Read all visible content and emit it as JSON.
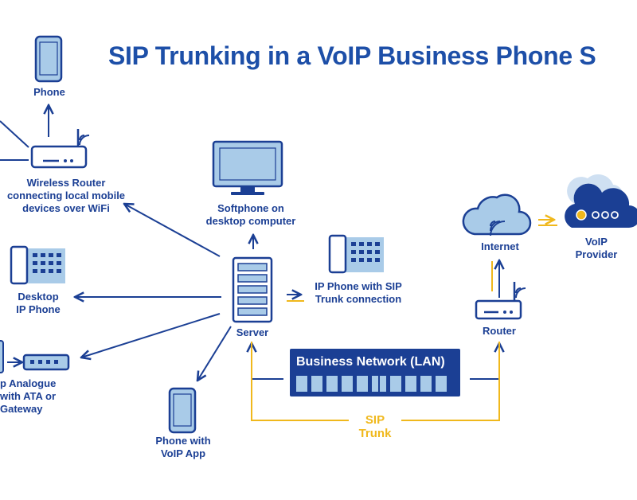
{
  "title": "SIP Trunking in a VoIP Business Phone S",
  "colors": {
    "primary": "#1b3f94",
    "light": "#a9cbe8",
    "accent": "#f0b81c"
  },
  "nodes": {
    "phone_top": "Phone",
    "wireless_router": "Wireless Router\nconnecting local mobile\ndevices over WiFi",
    "softphone": "Softphone on\ndesktop computer",
    "server": "Server",
    "ip_phone_sip": "IP Phone with SIP\nTrunk connection",
    "desktop_ip_phone": "Desktop\nIP Phone",
    "analogue": "p Analogue\nwith ATA or\nGateway",
    "phone_voip_app": "Phone with\nVoIP App",
    "internet": "Internet",
    "voip_provider": "VoIP\nProvider",
    "router": "Router",
    "lan": "Business Network (LAN)",
    "sip_trunk": "SIP\nTrunk"
  },
  "icons": [
    "phone-icon",
    "wireless-router-icon",
    "monitor-icon",
    "server-icon",
    "ip-phone-icon",
    "desk-phone-icon",
    "ata-gateway-icon",
    "cloud-icon",
    "voip-provider-cloud-icon",
    "router-icon",
    "lan-switch-icon"
  ]
}
